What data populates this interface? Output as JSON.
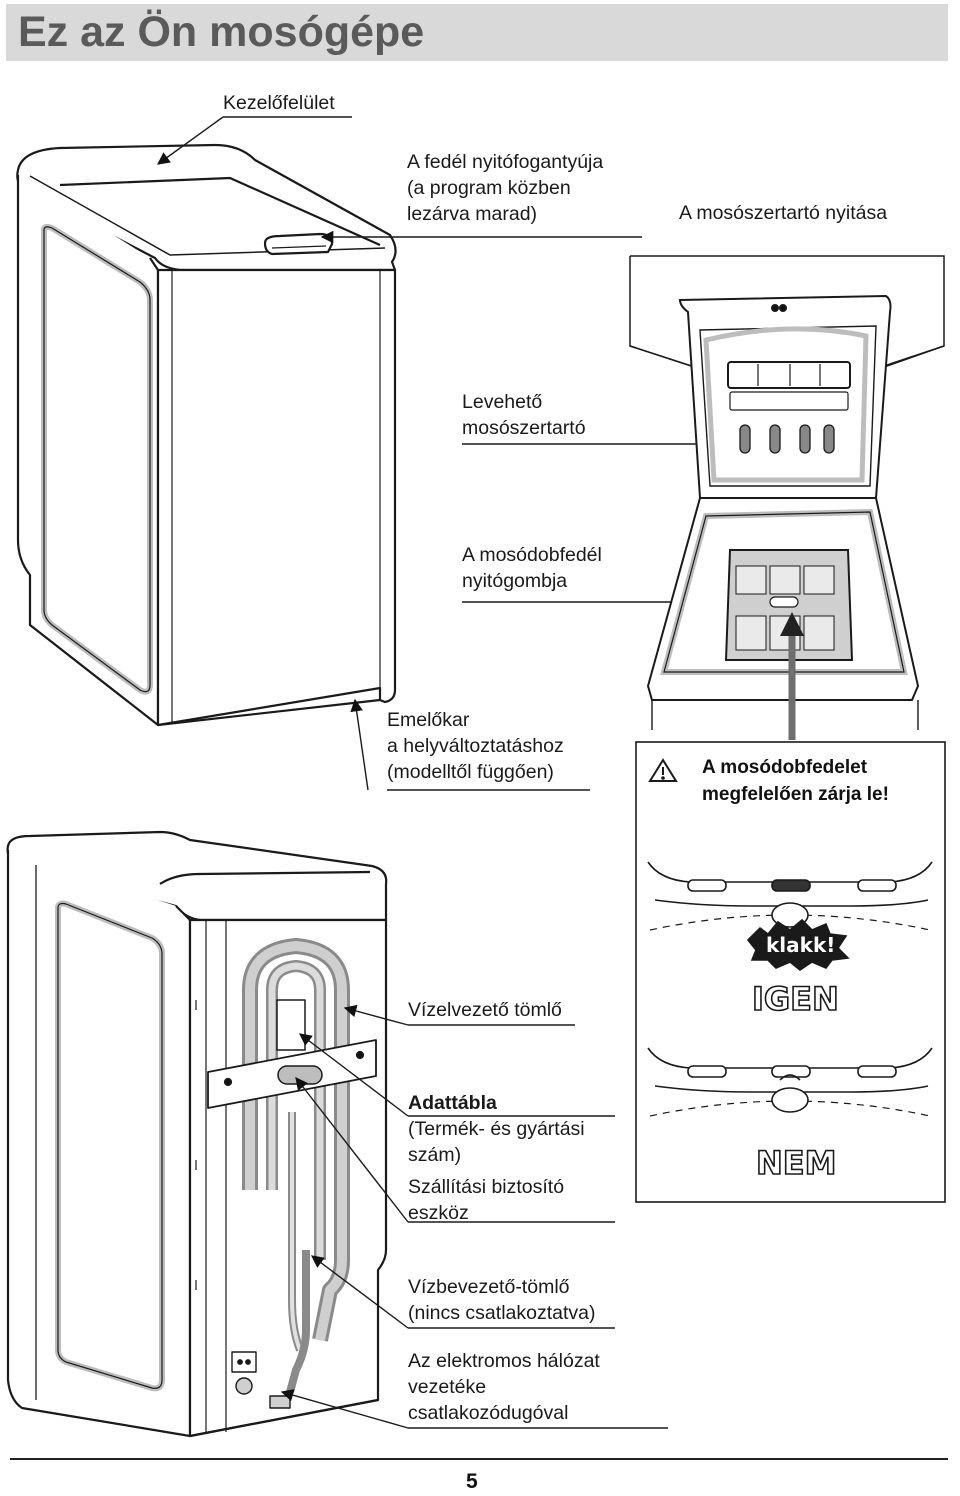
{
  "page": {
    "title": "Ez az Ön mosógépe",
    "page_number": "5"
  },
  "labels": {
    "control_panel": "Kezelőfelület",
    "lid_handle": "A fedél nyitófogantyúja\n(a program közben\nlezárva marad)",
    "dispenser_opening": "A mosószertartó nyitása",
    "removable_dispenser": "Levehető\nmosószertartó",
    "drum_button": "A mosódobfedél\nnyitógombja",
    "lever": "Emelőkar\na helyváltoztatáshoz\n(modelltől függően)",
    "warning": "A mosódobfedelet\nmegfelelően zárja le!",
    "click": "klakk!",
    "yes": "IGEN",
    "no": "NEM",
    "drain_hose": "Vízelvezető tömlő",
    "rating_plate_title": "Adattábla",
    "rating_plate_desc": "(Termék- és gyártási\nszám)",
    "transit_device": "Szállítási biztosító\neszköz",
    "inlet_hose": "Vízbevezető-tömlő\n(nincs csatlakoztatva)",
    "power_cable": "Az elektromos hálózat\nvezetéke\ncsatlakozódugóval"
  },
  "icons": {
    "warning_icon": "warning-triangle-icon"
  },
  "colors": {
    "title_bar": "#d9d9d9",
    "title_text": "#5a5a5a",
    "line": "#1a1a1a",
    "highlight": "#bdbdbd"
  }
}
